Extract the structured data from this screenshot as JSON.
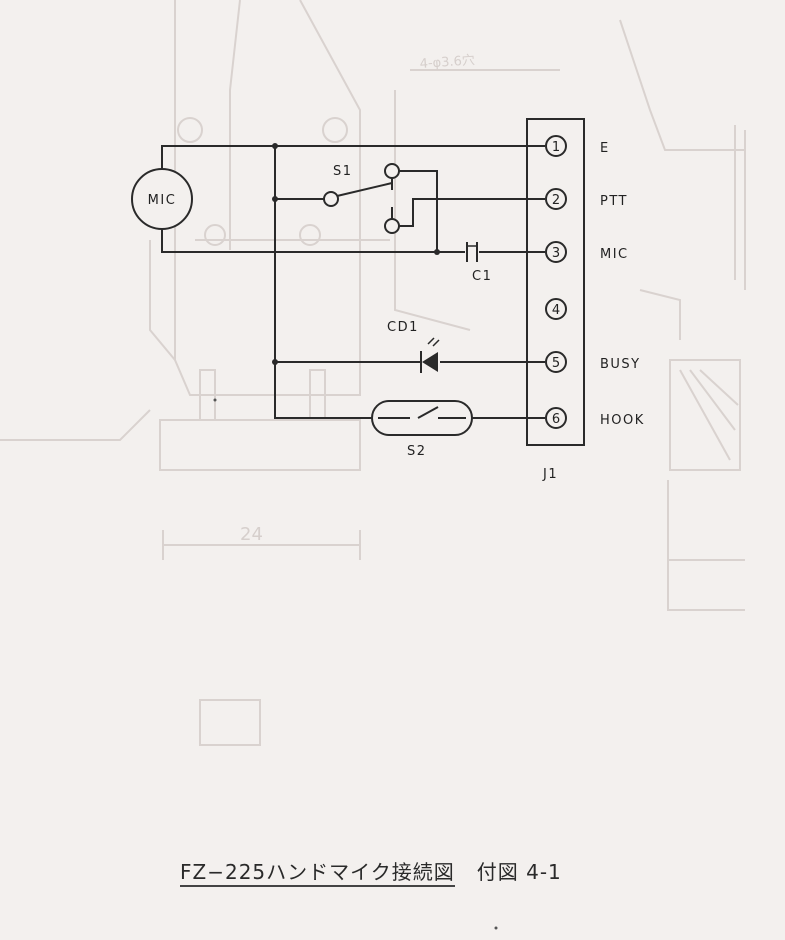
{
  "schematic": {
    "components": {
      "mic": "MIC",
      "s1": "S1",
      "c1": "C1",
      "cd1": "CD1",
      "s2": "S2",
      "j1": "J1"
    },
    "pins": [
      {
        "num": "1",
        "signal": "E"
      },
      {
        "num": "2",
        "signal": "PTT"
      },
      {
        "num": "3",
        "signal": "MIC"
      },
      {
        "num": "4",
        "signal": ""
      },
      {
        "num": "5",
        "signal": "BUSY"
      },
      {
        "num": "6",
        "signal": "HOOK"
      }
    ]
  },
  "background_drawing": {
    "dim_24": "24",
    "dim_hole": "4-φ3.6穴"
  },
  "caption": {
    "title": "FZ−225ハンドマイク接続図",
    "ref": "付図 4-1"
  }
}
